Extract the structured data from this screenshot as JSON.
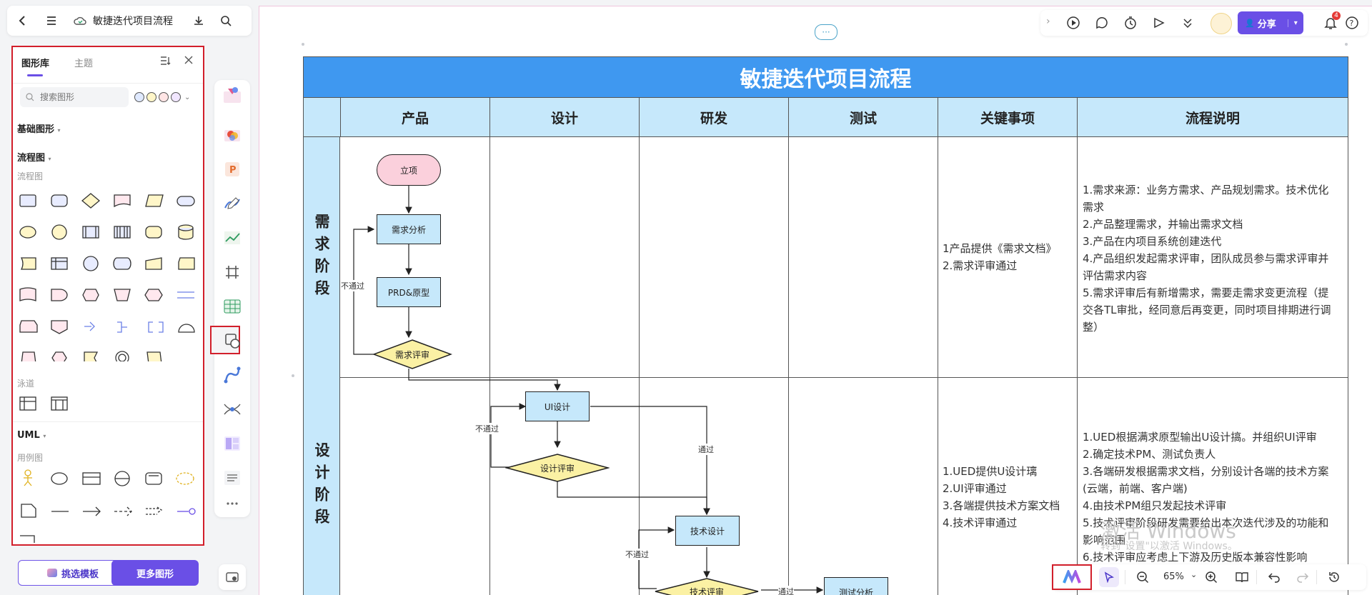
{
  "topbar": {
    "doc_title": "敏捷迭代项目流程"
  },
  "library": {
    "tab_active": "图形库",
    "tab_other": "主题",
    "search_placeholder": "搜索图形",
    "section_basic": "基础图形",
    "section_flow": "流程图",
    "sub_flow": "流程图",
    "sub_swim": "泳道",
    "section_uml": "UML",
    "sub_usecase": "用例图",
    "btn_template": "挑选模板",
    "btn_more": "更多图形"
  },
  "right_top": {
    "share": "分享",
    "notif_count": "4"
  },
  "bottom": {
    "zoom": "65%"
  },
  "table": {
    "title": "敏捷迭代项目流程",
    "headers": [
      "产品",
      "设计",
      "研发",
      "测试",
      "关键事项",
      "流程说明"
    ],
    "stages": [
      "需求阶段",
      "设计阶段"
    ],
    "key1": "1产品提供《需求文档》\n2.需求评审通过",
    "key2": "1.UED提供U设计璃\n2.UI评审通过\n3.各端提供技术方案文档\n4.技术评审通过",
    "desc1": "1.需求来源：业务方需求、产品规划需求。技术优化\n需求\n2.产品整理需求，并输出需求文档\n3.产品在内项目系统创建迭代\n4.产品组织发起需求评审，团队成员参与需求评审并\n评估需求内容\n5.需求评审后有新增需求，需要走需求变更流程（提\n交各TL审批，经同意后再变更，同时项目排期进行调\n整）",
    "desc2": "1.UED根据满求原型输出U设计搞。并组织UI评审\n2.确定技术PM、测试负责人\n3.各端研发根据需求文档，分别设计各端的技术方案\n(云端，前端、客户端)\n4.由技术PM组只发起技术评审\n5.技术评审阶段研发需要给出本次迭代涉及的功能和\n影响范围\n6.技术评审应考虑上下游及历史版本兼容性影响"
  },
  "flow": {
    "start": "立项",
    "req_analysis": "需求分析",
    "prd": "PRD&原型",
    "req_review": "需求评审",
    "ui_design": "UI设计",
    "design_review": "设计评审",
    "tech_design": "技术设计",
    "tech_review": "技术评审",
    "test_analysis": "测试分析",
    "fail1": "不通过",
    "fail2": "不通过",
    "fail3": "不通过",
    "pass1": "通过",
    "pass2": "通过"
  },
  "watermark": {
    "line1": "激活 Windows",
    "line2": "转到\"设置\"以激活 Windows。"
  }
}
